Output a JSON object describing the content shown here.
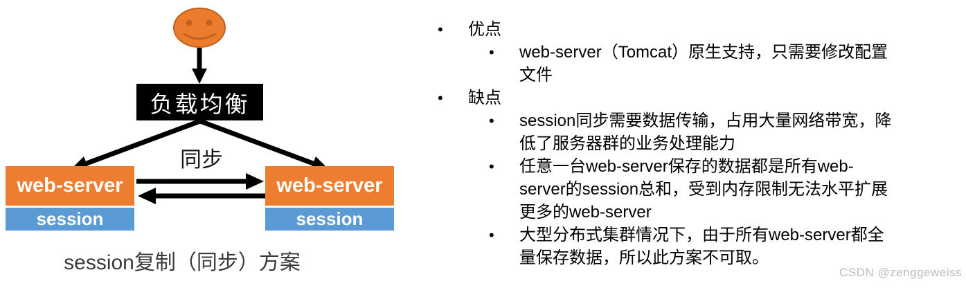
{
  "diagram": {
    "user_icon": "smiley-face-user",
    "load_balancer_label": "负载均衡",
    "sync_label": "同步",
    "left_server": {
      "title": "web-server",
      "session_label": "session"
    },
    "right_server": {
      "title": "web-server",
      "session_label": "session"
    },
    "caption": "session复制（同步）方案",
    "colors": {
      "server_box": "#ED7D31",
      "session_box": "#5B9BD5",
      "load_balancer_bg": "#000000",
      "face_fill": "#EB7C2E",
      "face_outline": "#C2601E",
      "arrow": "#000000",
      "caption_text": "#3A3A3A"
    }
  },
  "notes": {
    "bullet_glyph": "•",
    "items": [
      {
        "level": 1,
        "lines": [
          "优点"
        ]
      },
      {
        "level": 2,
        "lines": [
          "web-server（Tomcat）原生支持，只需要修改配置",
          "文件"
        ]
      },
      {
        "level": 1,
        "lines": [
          "缺点"
        ]
      },
      {
        "level": 2,
        "lines": [
          "session同步需要数据传输，占用大量网络带宽，降",
          "低了服务器群的业务处理能力"
        ]
      },
      {
        "level": 2,
        "lines": [
          "任意一台web-server保存的数据都是所有web-",
          "server的session总和，受到内存限制无法水平扩展",
          "更多的web-server"
        ]
      },
      {
        "level": 2,
        "lines": [
          "大型分布式集群情况下，由于所有web-server都全",
          "量保存数据，所以此方案不可取。"
        ]
      }
    ]
  },
  "watermark": {
    "text": "CSDN @zenggeweiss",
    "color": "#BDBDBD"
  }
}
